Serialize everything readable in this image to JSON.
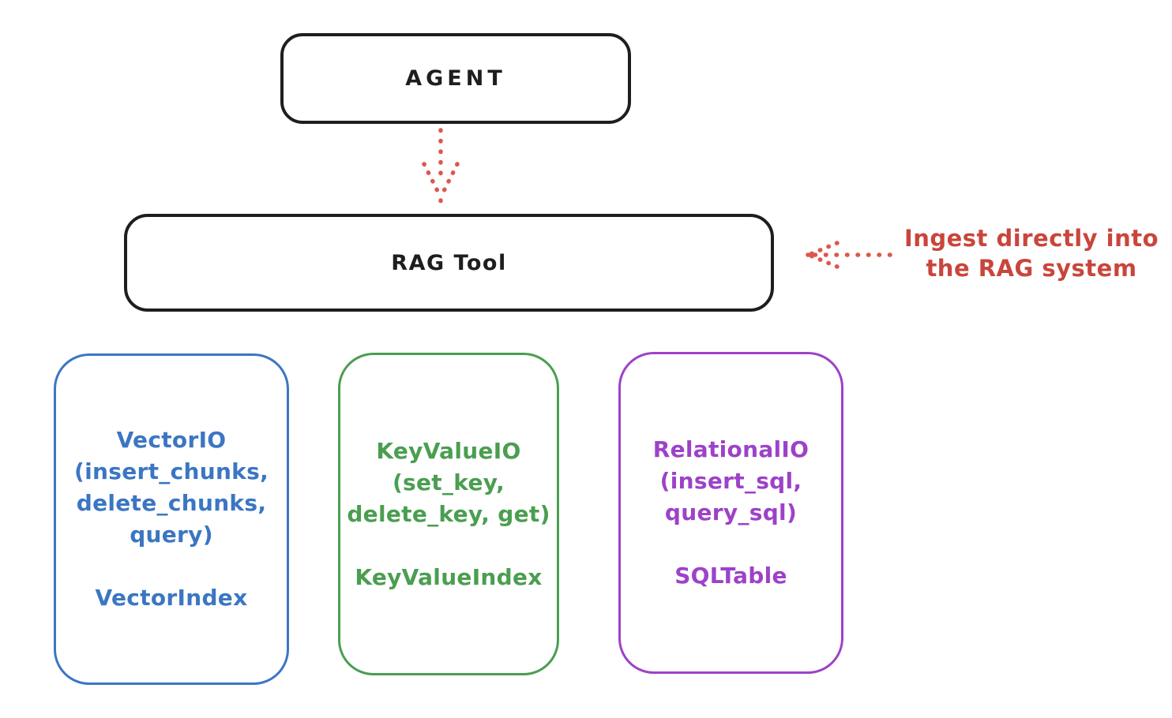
{
  "diagram": {
    "background_color": "#ffffff",
    "stroke_color": "#1e1e1e",
    "agent": {
      "label": "AGENT"
    },
    "rag_tool": {
      "label": "RAG Tool"
    },
    "annotation": {
      "line1": "Ingest directly into",
      "line2": "the RAG system",
      "color": "#c9453b"
    },
    "arrow_color": "#dd574d",
    "providers": [
      {
        "name": "vector-io",
        "color": "#3b76c2",
        "lines": [
          "VectorIO",
          "(insert_chunks,",
          "delete_chunks,",
          "query)"
        ],
        "index": "VectorIndex"
      },
      {
        "name": "keyvalue-io",
        "color": "#4a9e50",
        "lines": [
          "KeyValueIO",
          "(set_key,",
          "delete_key, get)"
        ],
        "index": "KeyValueIndex"
      },
      {
        "name": "relational-io",
        "color": "#9d42c8",
        "lines": [
          "RelationalIO",
          "(insert_sql,",
          "query_sql)"
        ],
        "index": "SQLTable"
      }
    ]
  }
}
